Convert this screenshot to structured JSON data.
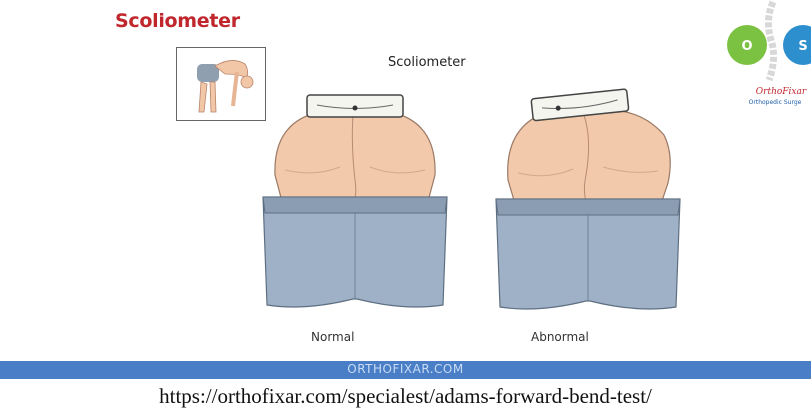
{
  "slide": {
    "title": "Scoliometer",
    "subtitle": "Scoliometer",
    "figures": [
      {
        "label": "Normal"
      },
      {
        "label": "Abnormal"
      }
    ]
  },
  "logo": {
    "brand": "OrthoFixar",
    "tagline": "Orthopedic Surge",
    "colors": {
      "green": "#7cc242",
      "blue": "#2e8fcf",
      "text_red": "#c0272d",
      "text_blue": "#1f5fa8"
    }
  },
  "banner": {
    "text": "ORTHOFIXAR.COM",
    "color": "#4a7fc8"
  },
  "caption": {
    "url": "https://orthofixar.com/specialest/adams-forward-bend-test/"
  }
}
